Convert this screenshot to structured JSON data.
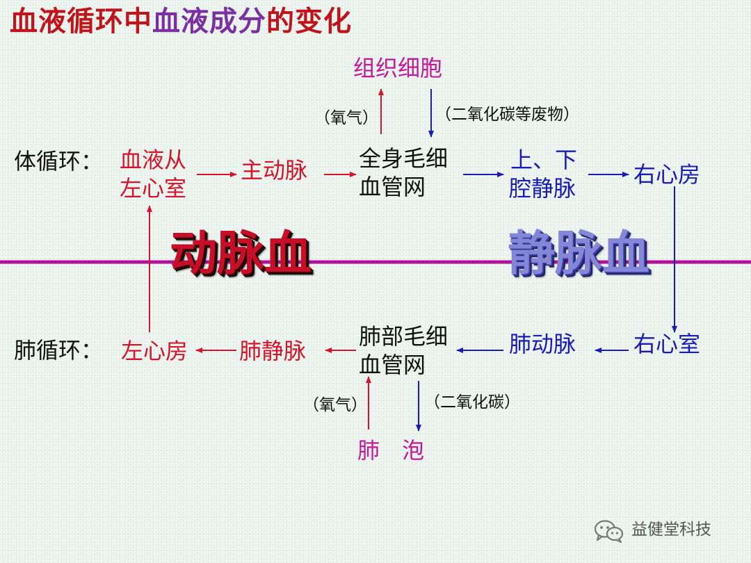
{
  "title": {
    "part1": "血液循环中",
    "part2": "血液成分",
    "part3": "的变化"
  },
  "systemic": {
    "label": "体循环：",
    "start": [
      "血液从",
      "左心室"
    ],
    "aorta": "主动脉",
    "capillary": [
      "全身毛细",
      "血管网"
    ],
    "vena_cava": [
      "上、下",
      "腔静脉"
    ],
    "right_atrium": "右心房",
    "tissue": "组织细胞",
    "oxygen": "（氧气）",
    "waste": "（二氧化碳等废物）"
  },
  "pulmonary": {
    "label": "肺循环：",
    "left_atrium": "左心房",
    "pulmonary_vein": "肺静脉",
    "capillary": [
      "肺部毛细",
      "血管网"
    ],
    "pulmonary_artery": "肺动脉",
    "right_ventricle": "右心室",
    "oxygen": "（氧气）",
    "co2": "（二氧化碳）",
    "alveolus": "肺　泡"
  },
  "blood": {
    "arterial": "动脉血",
    "venous": "静脉血"
  },
  "watermark": "益健堂科技",
  "colors": {
    "red": "#d4142a",
    "blue": "#1a1ab5",
    "magenta": "#c2189a",
    "divider": "#b0129a"
  },
  "icons": {
    "watermark": "wechat-icon"
  }
}
